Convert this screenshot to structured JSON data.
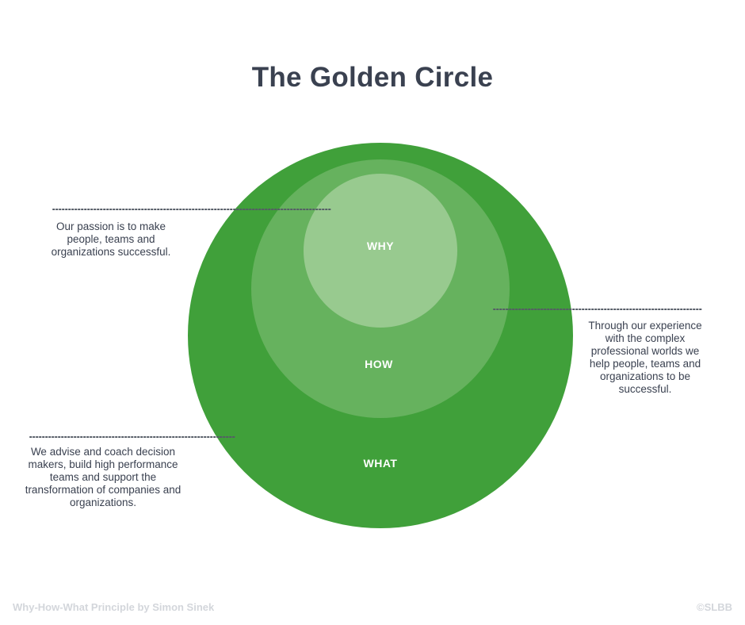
{
  "title": "The Golden Circle",
  "circles": {
    "outer": {
      "label": "WHAT",
      "color": "#40a03a"
    },
    "middle": {
      "label": "HOW",
      "color": "#66b25e"
    },
    "inner": {
      "label": "WHY",
      "color": "#98ca8f"
    }
  },
  "descriptions": {
    "why": [
      "Our passion is to make",
      "people, teams and",
      "organizations successful."
    ],
    "how": [
      "Through our experience",
      "with the complex",
      "professional worlds we",
      "help people, teams and",
      "organizations to be",
      "successful."
    ],
    "what": [
      "We advise and coach decision",
      "makers, build high performance",
      "teams and support the",
      "transformation of companies and",
      "organizations."
    ]
  },
  "footer": {
    "left": "Why-How-What Principle by Simon Sinek",
    "right": "©SLBB"
  }
}
